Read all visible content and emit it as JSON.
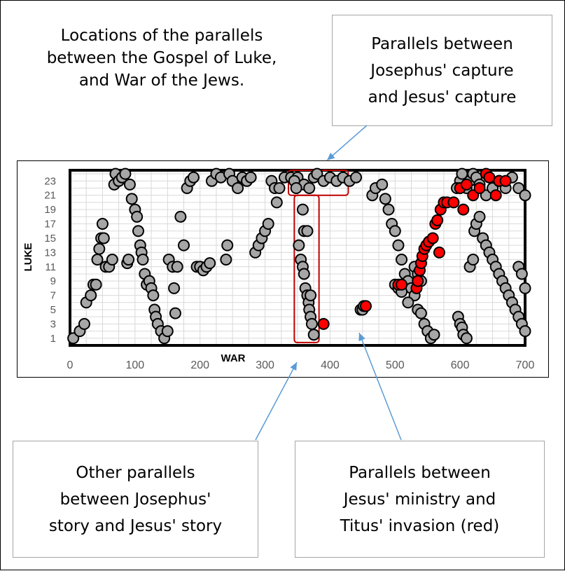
{
  "title": {
    "lines": [
      "Locations of the parallels",
      "between the Gospel of Luke,",
      "and War of the Jews."
    ]
  },
  "callouts": {
    "capture": [
      "Parallels between",
      "Josephus' capture",
      "and Jesus' capture"
    ],
    "other": [
      "Other parallels",
      "between Josephus'",
      "story and Jesus' story"
    ],
    "titus": [
      "Parallels between",
      "Jesus' ministry and",
      "Titus' invasion (red)"
    ]
  },
  "colors": {
    "grey_point": "#a6a6a6",
    "red_point": "#ff0000",
    "outline": "#000000",
    "highlight_box": "#c00000",
    "arrow": "#5b9bd5",
    "grid": "#d9d9d9"
  },
  "chart_data": {
    "type": "scatter",
    "title": "",
    "xlabel": "WAR",
    "ylabel": "LUKE",
    "xlim": [
      0,
      700
    ],
    "ylim": [
      0,
      24.5
    ],
    "xticks": [
      0,
      100,
      200,
      300,
      400,
      500,
      600,
      700
    ],
    "yticks": [
      1,
      3,
      5,
      7,
      9,
      11,
      13,
      15,
      17,
      19,
      21,
      23
    ],
    "grid": true,
    "series": [
      {
        "color": "grey",
        "points": [
          [
            5,
            1
          ],
          [
            15,
            2
          ],
          [
            22,
            3
          ],
          [
            25,
            6
          ],
          [
            32,
            7
          ],
          [
            36,
            8.5
          ],
          [
            40,
            8.5
          ],
          [
            42,
            12
          ],
          [
            45,
            13.5
          ],
          [
            48,
            15
          ],
          [
            50,
            17
          ],
          [
            52,
            15
          ],
          [
            55,
            11
          ],
          [
            60,
            11
          ],
          [
            65,
            12
          ],
          [
            68,
            22.5
          ],
          [
            70,
            24
          ],
          [
            75,
            23
          ],
          [
            80,
            23.5
          ],
          [
            85,
            24
          ],
          [
            88,
            11.5
          ],
          [
            90,
            12
          ],
          [
            92,
            22.5
          ],
          [
            95,
            20.5
          ],
          [
            100,
            19
          ],
          [
            103,
            18
          ],
          [
            105,
            16
          ],
          [
            108,
            14
          ],
          [
            110,
            13
          ],
          [
            112,
            12
          ],
          [
            115,
            10
          ],
          [
            118,
            8.5
          ],
          [
            122,
            9
          ],
          [
            125,
            8
          ],
          [
            128,
            7
          ],
          [
            130,
            5
          ],
          [
            132,
            4
          ],
          [
            135,
            3
          ],
          [
            140,
            2
          ],
          [
            145,
            1
          ],
          [
            150,
            2
          ],
          [
            152,
            12
          ],
          [
            158,
            11
          ],
          [
            160,
            8
          ],
          [
            162,
            4.5
          ],
          [
            165,
            11
          ],
          [
            170,
            18
          ],
          [
            175,
            14
          ],
          [
            180,
            22
          ],
          [
            185,
            23
          ],
          [
            190,
            23.5
          ],
          [
            195,
            11
          ],
          [
            200,
            11
          ],
          [
            205,
            10.5
          ],
          [
            210,
            11
          ],
          [
            215,
            11.5
          ],
          [
            218,
            23
          ],
          [
            225,
            24
          ],
          [
            232,
            23.5
          ],
          [
            240,
            12
          ],
          [
            242,
            14
          ],
          [
            245,
            24
          ],
          [
            250,
            23
          ],
          [
            258,
            22
          ],
          [
            265,
            23.5
          ],
          [
            272,
            23
          ],
          [
            278,
            23.5
          ],
          [
            285,
            13
          ],
          [
            290,
            14
          ],
          [
            295,
            15
          ],
          [
            300,
            16
          ],
          [
            305,
            17
          ],
          [
            310,
            23
          ],
          [
            315,
            22
          ],
          [
            318,
            20
          ],
          [
            322,
            22
          ],
          [
            330,
            23.5
          ],
          [
            340,
            23.5
          ],
          [
            350,
            23.5
          ],
          [
            360,
            22.5
          ],
          [
            368,
            22
          ],
          [
            375,
            23.5
          ],
          [
            380,
            24
          ],
          [
            390,
            23
          ],
          [
            400,
            23.5
          ],
          [
            410,
            23
          ],
          [
            420,
            23.5
          ],
          [
            430,
            23
          ],
          [
            440,
            23.5
          ],
          [
            345,
            23
          ],
          [
            348,
            22
          ],
          [
            352,
            14
          ],
          [
            355,
            12
          ],
          [
            358,
            11
          ],
          [
            360,
            10
          ],
          [
            362,
            8
          ],
          [
            365,
            7
          ],
          [
            367,
            6
          ],
          [
            368,
            5
          ],
          [
            370,
            4
          ],
          [
            372,
            3
          ],
          [
            375,
            1.5
          ],
          [
            358,
            19
          ],
          [
            360,
            16
          ],
          [
            365,
            16
          ],
          [
            370,
            7
          ],
          [
            447,
            5
          ],
          [
            450,
            5
          ],
          [
            452,
            5.5
          ],
          [
            465,
            21
          ],
          [
            470,
            22
          ],
          [
            480,
            22.5
          ],
          [
            485,
            20.5
          ],
          [
            490,
            19
          ],
          [
            495,
            17
          ],
          [
            500,
            16
          ],
          [
            505,
            14
          ],
          [
            510,
            12
          ],
          [
            515,
            10
          ],
          [
            520,
            9
          ],
          [
            525,
            8
          ],
          [
            530,
            7
          ],
          [
            535,
            5
          ],
          [
            540,
            4.5
          ],
          [
            545,
            3
          ],
          [
            550,
            2
          ],
          [
            555,
            1
          ],
          [
            560,
            1.5
          ],
          [
            500,
            8.5
          ],
          [
            505,
            8
          ],
          [
            510,
            7.5
          ],
          [
            520,
            6
          ],
          [
            530,
            11
          ],
          [
            535,
            10
          ],
          [
            540,
            9
          ],
          [
            597,
            4
          ],
          [
            600,
            3
          ],
          [
            603,
            2.5
          ],
          [
            605,
            1.5
          ],
          [
            610,
            1
          ],
          [
            615,
            11
          ],
          [
            620,
            12
          ],
          [
            622,
            16
          ],
          [
            625,
            17
          ],
          [
            630,
            18
          ],
          [
            635,
            15
          ],
          [
            640,
            14
          ],
          [
            645,
            13
          ],
          [
            650,
            12
          ],
          [
            655,
            11
          ],
          [
            660,
            10
          ],
          [
            665,
            9
          ],
          [
            670,
            8
          ],
          [
            675,
            7
          ],
          [
            680,
            6
          ],
          [
            685,
            5
          ],
          [
            690,
            4
          ],
          [
            695,
            3
          ],
          [
            700,
            2
          ],
          [
            610,
            22
          ],
          [
            615,
            23
          ],
          [
            620,
            24
          ],
          [
            625,
            23.5
          ],
          [
            630,
            22.5
          ],
          [
            640,
            21
          ],
          [
            650,
            22
          ],
          [
            660,
            23
          ],
          [
            670,
            22
          ],
          [
            680,
            23.5
          ],
          [
            690,
            22
          ],
          [
            700,
            21
          ],
          [
            690,
            11
          ],
          [
            695,
            10
          ],
          [
            700,
            8
          ],
          [
            600,
            23
          ],
          [
            595,
            22
          ],
          [
            603,
            24
          ]
        ]
      },
      {
        "color": "red",
        "points": [
          [
            390,
            3
          ],
          [
            455,
            5.5
          ],
          [
            505,
            8.5
          ],
          [
            510,
            8.5
          ],
          [
            533,
            8
          ],
          [
            535,
            9
          ],
          [
            538,
            10.5
          ],
          [
            540,
            11.5
          ],
          [
            542,
            12.5
          ],
          [
            545,
            13.5
          ],
          [
            548,
            14
          ],
          [
            552,
            14.5
          ],
          [
            558,
            15
          ],
          [
            562,
            17
          ],
          [
            565,
            17.5
          ],
          [
            568,
            13
          ],
          [
            570,
            19
          ],
          [
            575,
            20
          ],
          [
            580,
            20
          ],
          [
            590,
            20
          ],
          [
            600,
            22
          ],
          [
            605,
            19
          ],
          [
            610,
            22.5
          ],
          [
            620,
            21
          ],
          [
            630,
            22
          ],
          [
            640,
            24
          ],
          [
            645,
            23.5
          ],
          [
            660,
            23
          ],
          [
            670,
            23
          ],
          [
            655,
            21
          ]
        ]
      }
    ],
    "annotation_boxes": [
      {
        "label": "capture",
        "x": [
          336,
          428
        ],
        "y": [
          21,
          24.5
        ]
      },
      {
        "label": "other",
        "x": [
          345,
          383
        ],
        "y": [
          0.4,
          21
        ]
      }
    ]
  }
}
